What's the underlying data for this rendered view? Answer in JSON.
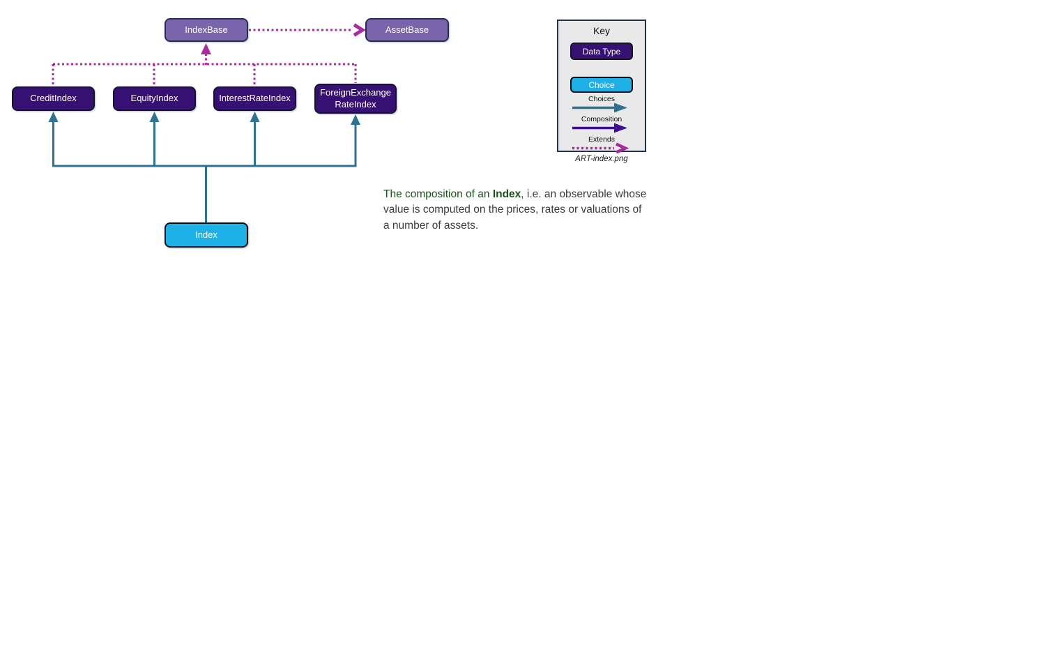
{
  "diagram": {
    "nodes": {
      "index_base": {
        "label": "IndexBase",
        "type": "data-type-base"
      },
      "asset_base": {
        "label": "AssetBase",
        "type": "data-type-base"
      },
      "credit_index": {
        "label": "CreditIndex",
        "type": "data-type"
      },
      "equity_index": {
        "label": "EquityIndex",
        "type": "data-type"
      },
      "interest_rate_index": {
        "label": "InterestRateIndex",
        "type": "data-type"
      },
      "fx_index": {
        "label": "ForeignExchangeRateIndex",
        "label_line1": "ForeignExchange",
        "label_line2": "RateIndex",
        "type": "data-type"
      },
      "index": {
        "label": "Index",
        "type": "choice"
      }
    },
    "relations": {
      "extends": [
        "CreditIndex->IndexBase",
        "EquityIndex->IndexBase",
        "InterestRateIndex->IndexBase",
        "ForeignExchangeRateIndex->IndexBase",
        "IndexBase->AssetBase"
      ],
      "choices": [
        "Index->CreditIndex",
        "Index->EquityIndex",
        "Index->InterestRateIndex",
        "Index->ForeignExchangeRateIndex"
      ]
    },
    "colors": {
      "data_type_fill": "#361173",
      "choice_fill": "#1db1e8",
      "base_fill": "#7a64ab",
      "choices_line": "#2d7193",
      "composition_line": "#3c0f8e",
      "extends_line": "#a82ba0"
    }
  },
  "key": {
    "title": "Key",
    "data_type_label": "Data Type",
    "choice_label": "Choice",
    "legend": [
      {
        "label": "Choices",
        "style": "solid",
        "color": "#2d7193"
      },
      {
        "label": "Composition",
        "style": "solid",
        "color": "#3c0f8e"
      },
      {
        "label": "Extends",
        "style": "dotted",
        "color": "#a82ba0"
      }
    ],
    "caption": "ART-index.png"
  },
  "description": {
    "lead": "The composition of an ",
    "term": "Index",
    "rest": ", i.e. an observable whose value is computed on the prices, rates or valuations of a number of assets",
    "period": "."
  }
}
